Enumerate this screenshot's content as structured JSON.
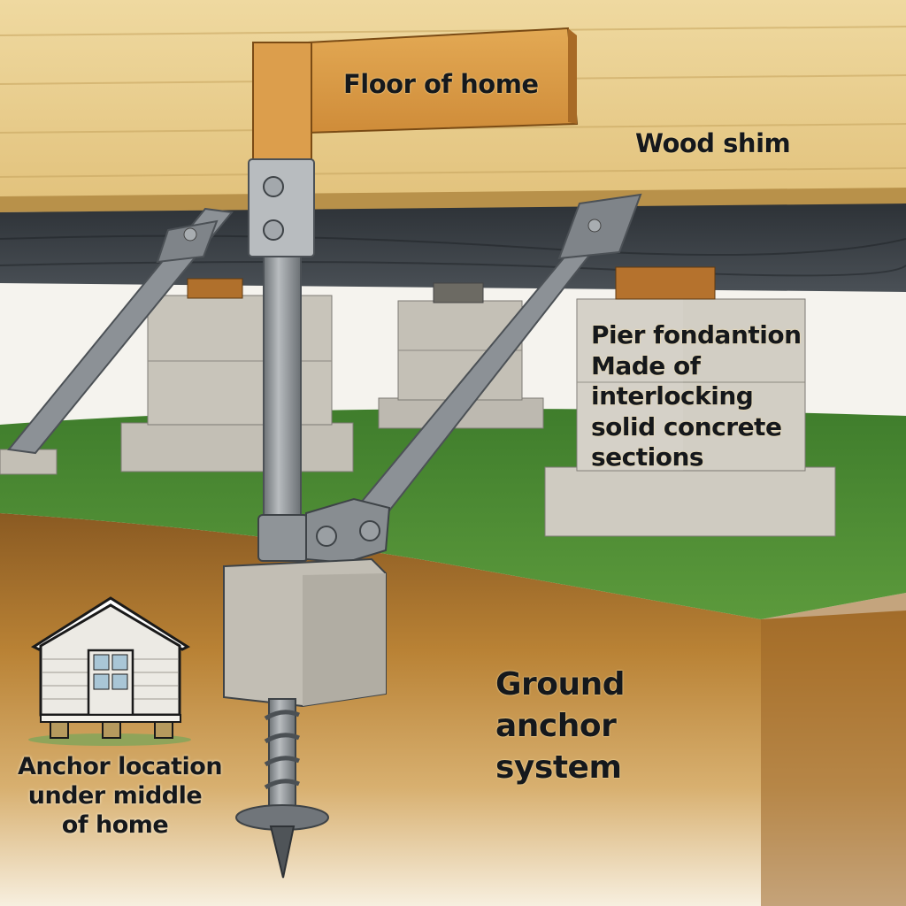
{
  "diagram": {
    "labels": {
      "floor": "Floor of home",
      "shim": "Wood shim",
      "pier": [
        "Pier fondantion",
        "Made of",
        "interlocking",
        "solid concrete",
        "sections"
      ],
      "ground": [
        "Ground",
        "anchor",
        "system"
      ],
      "anchor_location": [
        "Anchor location",
        "under middle",
        "of home"
      ]
    },
    "colors": {
      "floor_wood": "#e9cf8f",
      "sign_wood": "#d99a45",
      "beam": "#3a3f45",
      "steel": "#9da2a6",
      "concrete": "#c9c5bb",
      "grass": "#4d8a34",
      "soil": "#b57a2c",
      "sky": "#f5f3ee"
    }
  }
}
